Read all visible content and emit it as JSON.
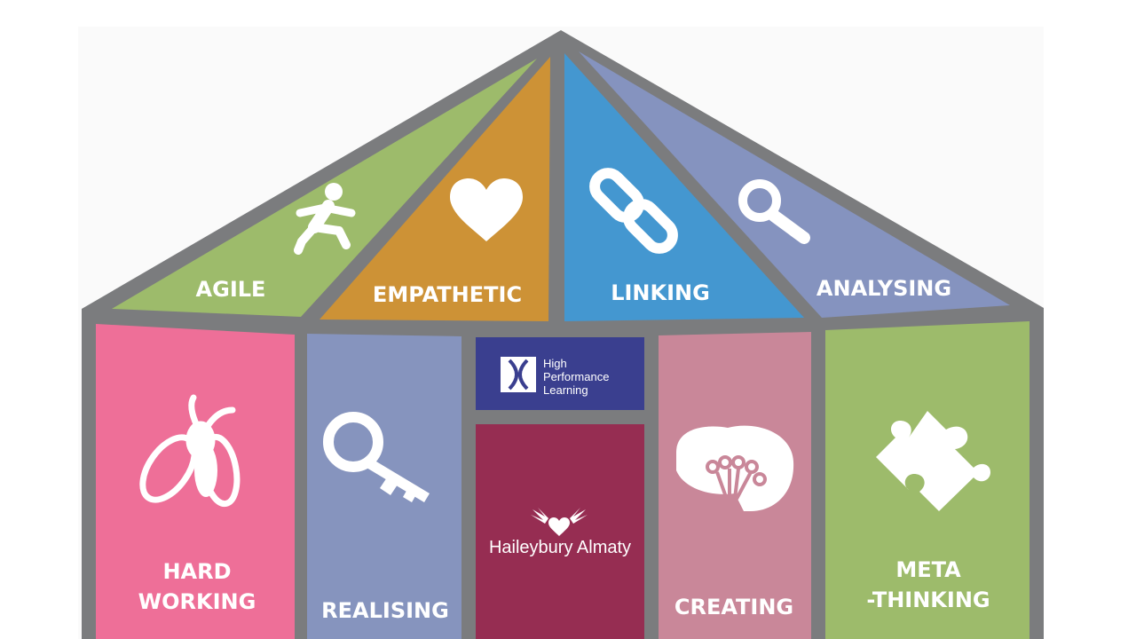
{
  "roof": {
    "agile": {
      "label": "AGILE",
      "icon": "running-person-icon",
      "color": "#9dbb6b"
    },
    "empathetic": {
      "label": "EMPATHETIC",
      "icon": "heart-icon",
      "color": "#cd9236"
    },
    "linking": {
      "label": "LINKING",
      "icon": "chain-link-icon",
      "color": "#4497d0"
    },
    "analysing": {
      "label": "ANALYSING",
      "icon": "magnifying-glass-icon",
      "color": "#8593bf"
    }
  },
  "walls": {
    "hard_working": {
      "label_line1": "HARD",
      "label_line2": "WORKING",
      "icon": "bee-icon",
      "color": "#ee6f98"
    },
    "realising": {
      "label": "REALISING",
      "icon": "key-icon",
      "color": "#8694be"
    },
    "creating": {
      "label": "CREATING",
      "icon": "brain-icon",
      "color": "#c98799"
    },
    "meta_thinking": {
      "label_line1": "META",
      "label_line2": "-THINKING",
      "icon": "puzzle-piece-icon",
      "color": "#9dbb6b"
    }
  },
  "center": {
    "hpl": {
      "line1": "High",
      "line2": "Performance",
      "line3": "Learning",
      "color": "#3a3f8f"
    },
    "school": {
      "name": "Haileybury Almaty",
      "color": "#962d52"
    }
  },
  "frame_color": "#7b7c7e"
}
